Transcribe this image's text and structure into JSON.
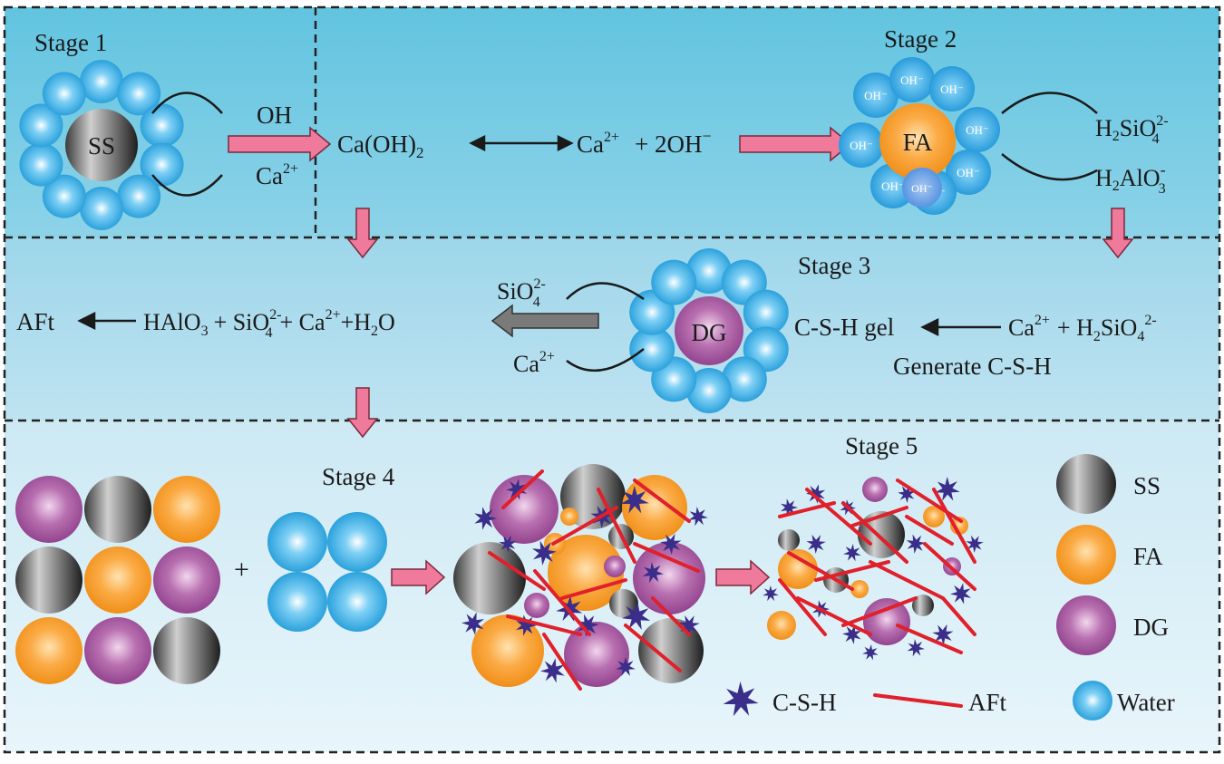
{
  "stages": {
    "s1": "Stage 1",
    "s2": "Stage 2",
    "s3": "Stage 3",
    "s4": "Stage 4",
    "s5": "Stage 5"
  },
  "particles": {
    "ss": "SS",
    "fa": "FA",
    "dg": "DG",
    "oh_ion": "OH⁻"
  },
  "stage1": {
    "oh": "OH",
    "ca": "Ca",
    "ca_sup": "2+",
    "caoh2": "Ca(OH)",
    "caoh2_sub": "2",
    "ca2_left": "Ca",
    "ca2_left_sup": "2+",
    "two_oh": "+ 2OH",
    "two_oh_sup": "−"
  },
  "stage2": {
    "h2sio4": "H",
    "h2sio4_sub": "2",
    "h2sio4_body": "SiO",
    "h2sio4_sub2": "4",
    "h2sio4_sup": "2-",
    "h2alo3": "H",
    "h2alo3_sub": "2",
    "h2alo3_body": "AlO",
    "h2alo3_sub2": "3",
    "h2alo3_sup": "-"
  },
  "stage3": {
    "sio4": "SiO",
    "sio4_sub": "4",
    "sio4_sup": "2-",
    "ca": "Ca",
    "ca_sup": "2+",
    "aft": "AFt",
    "equation_a": "HAlO",
    "equation_a_sub": "3",
    "equation_b": "+ SiO",
    "equation_b_sub": "4",
    "equation_b_sup": "2-",
    "equation_c": "+ Ca",
    "equation_c_sup": "2+",
    "equation_d": "+H",
    "equation_d_sub": "2",
    "equation_d_end": "O",
    "csh_gel": "C-S-H gel",
    "ca_right": "Ca",
    "ca_right_sup": "2+",
    "h2sio4_right": "+ H",
    "h2sio4_right_sub": "2",
    "h2sio4_right_body": "SiO",
    "h2sio4_right_sub2": "4",
    "h2sio4_right_sup": "2-",
    "generate": "Generate C-S-H"
  },
  "stage4": {
    "plus": "+"
  },
  "legend": {
    "ss": "SS",
    "fa": "FA",
    "dg": "DG",
    "water": "Water",
    "csh": "C-S-H",
    "aft": "AFt"
  },
  "colors": {
    "water": "#29a8e0",
    "ss": "#6e6e6e",
    "fa": "#f7941d",
    "dg": "#a0509a",
    "csh": "#3a2e8a",
    "aft": "#e0202a",
    "pink_arrow": "#ef7a9c",
    "grey_arrow": "#7a7a7a"
  }
}
